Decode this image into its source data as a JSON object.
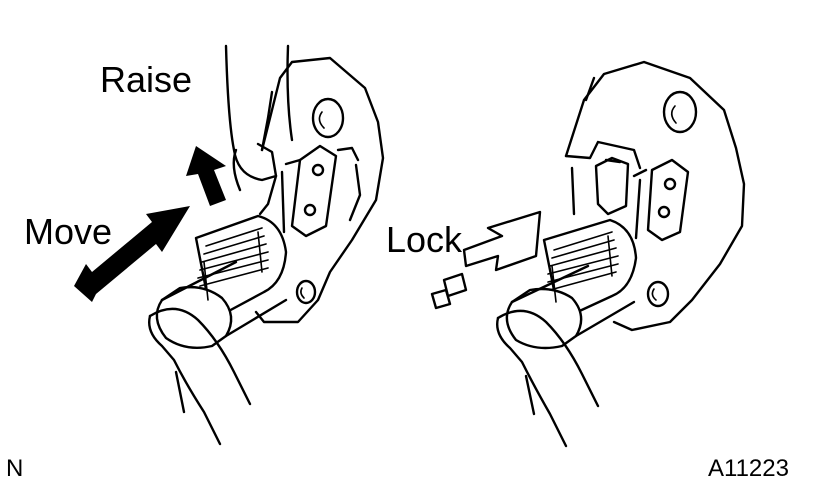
{
  "labels": {
    "raise": "Raise",
    "move": "Move",
    "lock": "Lock",
    "corner_left": "N",
    "figure_code": "A11223"
  },
  "icons": {
    "raise_arrow": "arrow-up-icon",
    "move_arrow": "double-arrow-icon",
    "lock_arrow": "outline-arrow-icon"
  },
  "colors": {
    "ink": "#000000",
    "background": "#ffffff"
  }
}
